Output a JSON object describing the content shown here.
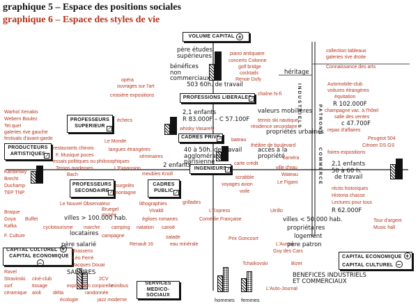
{
  "titles": {
    "t5": "graphique 5 – Espace des positions sociales",
    "t6": "graphique 6 – Espace des styles de vie"
  },
  "boxes": {
    "volume": "VOLUME CAPITAL",
    "volume_sign": "+",
    "prof_lib": "PROFESSIONS LIBERALES",
    "prof_sup": "PROFESSEURS SUPERIEUR",
    "producteurs": "PRODUCTEURS ARTISTIQUES",
    "cadres_prive": "CADRES PRIVE",
    "ingenieurs": "INGENIEURS",
    "prof_sec": "PROFESSEURS SECONDAIRE",
    "cadres_public": "CADRES PUBLIC",
    "cap_cult_left": "CAPITAL CULTUREL",
    "cap_cult_left_sign": "+",
    "cap_eco_left": "CAPITAL ECONOMIQUE",
    "cap_eco_left_sign": "–",
    "cap_eco_right": "CAPITAL ECONOMIQUE",
    "cap_eco_right_sign": "+",
    "cap_cult_right": "CAPITAL CULTUREL",
    "cap_cult_right_sign": "–",
    "services": "SERVICES MEDICO-SOCIAUX",
    "vert_ind": "INDUSTRIELS",
    "vert_pat": "PATRONS",
    "vert_com": "COMMERCE"
  },
  "red_labels": [
    "piano antiquaire",
    "concerts Colonne",
    "golf bridge",
    "cocktails",
    "Renoir Dufy",
    "collection tableaux",
    "galeries rive droite",
    "Connaissance des arts",
    "opéra",
    "ouvrages sur l'art",
    "croisière expositions",
    "chaîne hi-fi",
    "Warhol Xenakis",
    "Webern Boulez",
    "Tel quel",
    "galeries rive gauche",
    "festivals d'avant-garde",
    "échecs",
    "Le Monde",
    "restaurants chinois",
    "langues étrangères",
    "F. Musique puces",
    "essais politiques ou philosophiques",
    "Temps modernes",
    "L'Expansion",
    "whisky Vasarely",
    "séminaires",
    "bateau",
    "tennis ski nautique",
    "résidence secondaire",
    "théâtre de boulevard",
    "carte crédit",
    "caméra",
    "ville d'eau",
    "Wateau",
    "Le Figaro",
    "Automobile-club",
    "voitures étrangères",
    "équitation",
    "champagne vac. à l'hôtel",
    "salle des ventes",
    "repas d'affaires",
    "Peugeot 504",
    "Citroen DS GS",
    "foires-expositions",
    "Kandinsky",
    "Brecht",
    "Duchamp",
    "TEP TNP",
    "Bach",
    "surgelés",
    "montagne",
    "meubles Knoll",
    "scrabble",
    "voyages avion",
    "voile",
    "récits historiques",
    "Historia chasse",
    "Lectures pour tous",
    "Le Nouvel Observateur",
    "Braque",
    "Goya",
    "Buffet",
    "Kafka",
    "Bruegel",
    "musée",
    "lithographies",
    "grillades",
    "Vivaldi",
    "églises romanes",
    "L'Express",
    "Utrillo",
    "Comédie Française",
    "Tour d'argent",
    "Music hall",
    "cyclotourisme",
    "marche",
    "camping",
    "natation",
    "canoë",
    "campagne",
    "F. Culture",
    "Renault 16",
    "salade",
    "eau minérale",
    "Prix Goncourt",
    "L'Aurore",
    "Guy des Cars",
    "Brassens",
    "Léo Ferré",
    "Jacques Douai",
    "Ravel",
    "Stravinski",
    "surf",
    "céramique",
    "ciné-club",
    "tissage",
    "2CV",
    "expression corporelle",
    "aïoli",
    "délta",
    "randonnée",
    "écologie",
    "jazz moderne",
    "minibus",
    "Tchaïkovski",
    "Bizet",
    "L'Auto-Journal"
  ],
  "black_labels": [
    "père études supérieures",
    "bénéfices non commerciaux",
    "503 60h. de travail",
    "héritage",
    "2,1 enfants",
    "R 83.000F – C 57.100F",
    "valeurs mobilières",
    "propriétés urbaines",
    "40 à 50h. de travail agglomération parisienne",
    "accès à la propriété",
    "2 enfants",
    "R 102.000F",
    "c 47.700F",
    "2,1 enfants",
    "50 à 60 h.",
    "de travail",
    "R 62.000F",
    "villes > 100.000 hab.",
    "locataires",
    "père salarié",
    "SALAIRES",
    "villes < 50.000 hab.",
    "propriétaires",
    "logement",
    "père patron",
    "BENEFICES INDUSTRIELS ET COMMERCIAUX",
    "hommes",
    "femmes"
  ]
}
